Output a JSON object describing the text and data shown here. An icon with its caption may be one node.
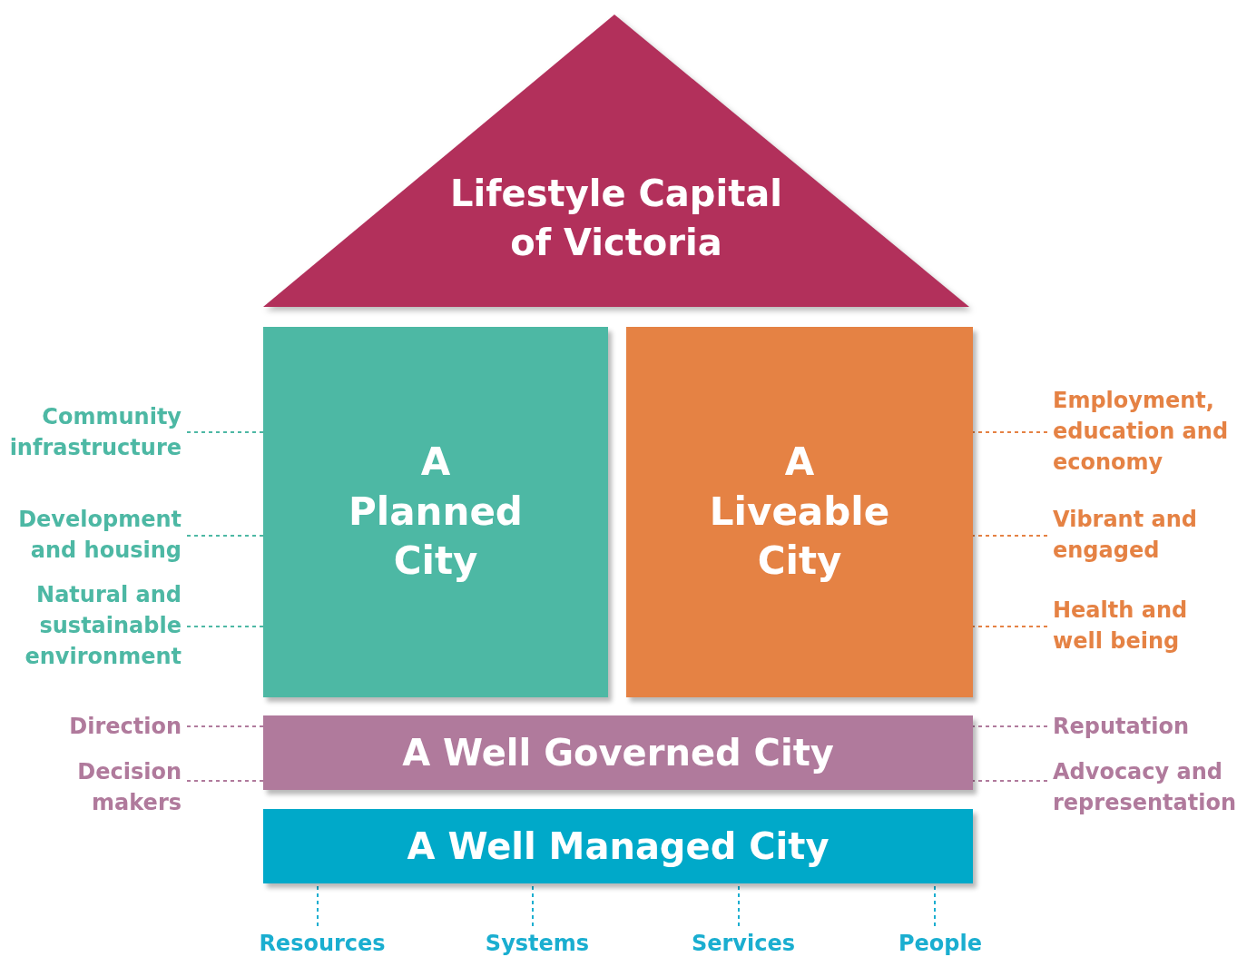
{
  "diagram": {
    "nodes": [
      {
        "text": [
          "Lifestyle Capital of Victoria"
        ]
      },
      {
        "text": [
          "A Planned City"
        ]
      },
      {
        "text": [
          "A Liveable City"
        ]
      },
      {
        "text": [
          "A Well Governed City"
        ]
      },
      {
        "text": [
          "A Well Managed City"
        ]
      },
      {
        "text": [
          "Community infrastructure"
        ]
      },
      {
        "text": [
          "Development and housing"
        ]
      },
      {
        "text": [
          "Natural and sustainable environment"
        ]
      },
      {
        "text": [
          "Employment, education and economy"
        ]
      },
      {
        "text": [
          "Vibrant and engaged"
        ]
      },
      {
        "text": [
          "Health and well being"
        ]
      },
      {
        "text": [
          "Direction"
        ]
      },
      {
        "text": [
          "Decision makers"
        ]
      },
      {
        "text": [
          "Reputation"
        ]
      },
      {
        "text": [
          "Advocacy and representation"
        ]
      },
      {
        "text": [
          "Resources"
        ]
      },
      {
        "text": [
          "Systems"
        ]
      },
      {
        "text": [
          "Services"
        ]
      },
      {
        "text": [
          "People"
        ]
      }
    ],
    "edges": [
      {
        "from": 5,
        "to": 1,
        "arrow": "none",
        "style": "dashed",
        "color": "#4db8a4"
      },
      {
        "from": 6,
        "to": 1,
        "arrow": "none",
        "style": "dashed",
        "color": "#4db8a4"
      },
      {
        "from": 7,
        "to": 1,
        "arrow": "none",
        "style": "dashed",
        "color": "#4db8a4"
      },
      {
        "from": 8,
        "to": 2,
        "arrow": "none",
        "style": "dashed",
        "color": "#e58244"
      },
      {
        "from": 9,
        "to": 2,
        "arrow": "none",
        "style": "dashed",
        "color": "#e58244"
      },
      {
        "from": 10,
        "to": 2,
        "arrow": "none",
        "style": "dashed",
        "color": "#e58244"
      },
      {
        "from": 11,
        "to": 3,
        "arrow": "none",
        "style": "dashed",
        "color": "#b07a9c"
      },
      {
        "from": 12,
        "to": 3,
        "arrow": "none",
        "style": "dashed",
        "color": "#b07a9c"
      },
      {
        "from": 13,
        "to": 3,
        "arrow": "none",
        "style": "dashed",
        "color": "#b07a9c"
      },
      {
        "from": 14,
        "to": 3,
        "arrow": "none",
        "style": "dashed",
        "color": "#b07a9c"
      },
      {
        "from": 15,
        "to": 4,
        "arrow": "none",
        "style": "dashed",
        "color": "#1aaed0"
      },
      {
        "from": 16,
        "to": 4,
        "arrow": "none",
        "style": "dashed",
        "color": "#1aaed0"
      },
      {
        "from": 17,
        "to": 4,
        "arrow": "none",
        "style": "dashed",
        "color": "#1aaed0"
      },
      {
        "from": 18,
        "to": 4,
        "arrow": "none",
        "style": "dashed",
        "color": "#1aaed0"
      }
    ]
  }
}
